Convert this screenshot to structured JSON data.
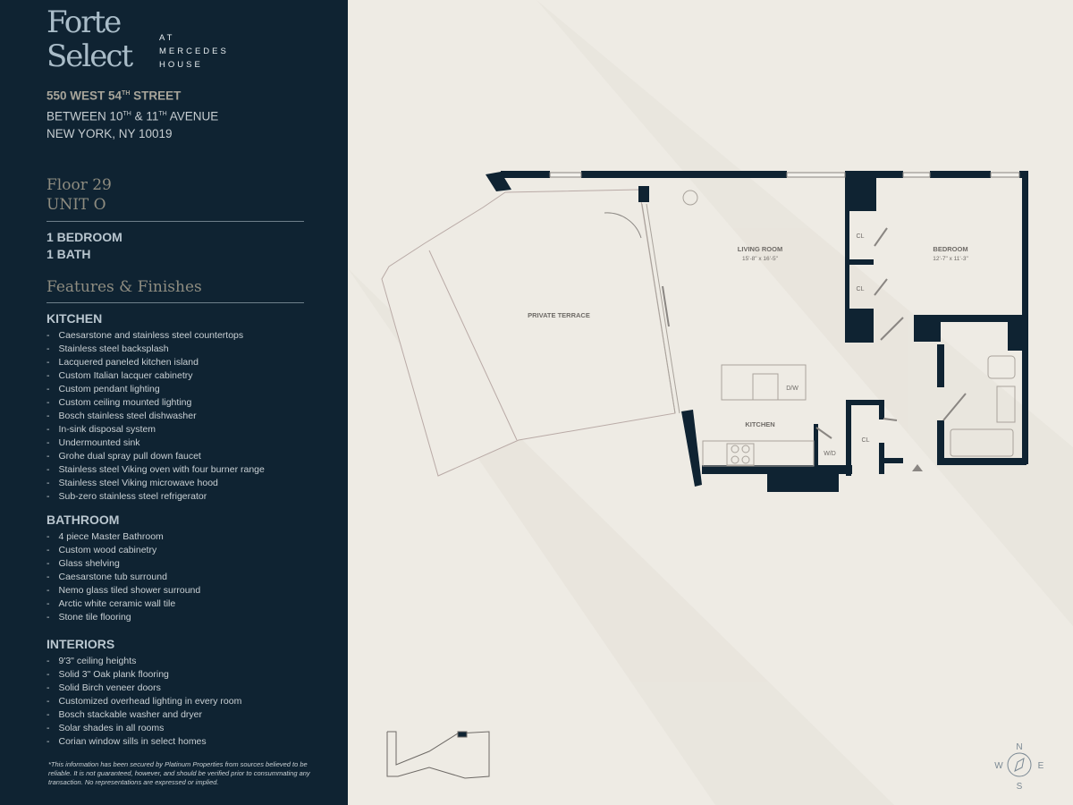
{
  "brand": {
    "logo_line1": "Forte",
    "logo_line2": "Select",
    "sub": [
      "AT",
      "MERCEDES",
      "HOUSE"
    ]
  },
  "address": {
    "line1_a": "550 WEST 54",
    "line1_sup": "TH",
    "line1_b": " STREET",
    "line2_a": "BETWEEN 10",
    "line2_sup1": "TH",
    "line2_b": " & 11",
    "line2_sup2": "TH",
    "line2_c": " AVENUE",
    "line3": "NEW YORK, NY 10019"
  },
  "unit": {
    "floor": "Floor 29",
    "unit": "UNIT O",
    "bedrooms": "1 BEDROOM",
    "baths": "1 BATH"
  },
  "features_title": "Features & Finishes",
  "sections": [
    {
      "title": "KITCHEN",
      "items": [
        "Caesarstone and stainless steel countertops",
        "Stainless steel backsplash",
        "Lacquered paneled kitchen island",
        "Custom Italian lacquer cabinetry",
        "Custom pendant lighting",
        "Custom ceiling mounted lighting",
        "Bosch stainless steel dishwasher",
        "In-sink disposal system",
        "Undermounted sink",
        "Grohe dual spray pull down faucet",
        "Stainless steel Viking oven with four burner range",
        "Stainless steel Viking microwave hood",
        "Sub-zero stainless steel refrigerator"
      ]
    },
    {
      "title": "BATHROOM",
      "items": [
        "4 piece Master Bathroom",
        "Custom wood cabinetry",
        "Glass shelving",
        "Caesarstone tub surround",
        "Nemo glass tiled shower surround",
        "Arctic white ceramic wall tile",
        "Stone tile flooring"
      ]
    },
    {
      "title": "INTERIORS",
      "items": [
        "9'3\" ceiling heights",
        "Solid 3\" Oak plank flooring",
        "Solid Birch veneer doors",
        "Customized overhead lighting in every room",
        "Bosch stackable washer and dryer",
        "Solar shades in all rooms",
        "Corian window sills in select homes"
      ]
    }
  ],
  "disclaimer": "*This information has been secured by Platinum Properties from sources believed to be reliable. It is not guaranteed, however, and should be verified prior to consummating any transaction. No representations are expressed or implied.",
  "plan": {
    "terrace": "PRIVATE TERRACE",
    "living": "LIVING ROOM",
    "living_dim": "15'-8\" x 16'-5\"",
    "bedroom": "BEDROOM",
    "bedroom_dim": "12'-7\" x 11'-3\"",
    "kitchen": "KITCHEN",
    "cl": "CL",
    "dw": "D/W",
    "wd": "W/D"
  },
  "compass": {
    "n": "N",
    "s": "S",
    "e": "E",
    "w": "W"
  },
  "colors": {
    "sidebar": "#0f2332",
    "wall": "#0f2332",
    "paper": "#eeebe4"
  }
}
